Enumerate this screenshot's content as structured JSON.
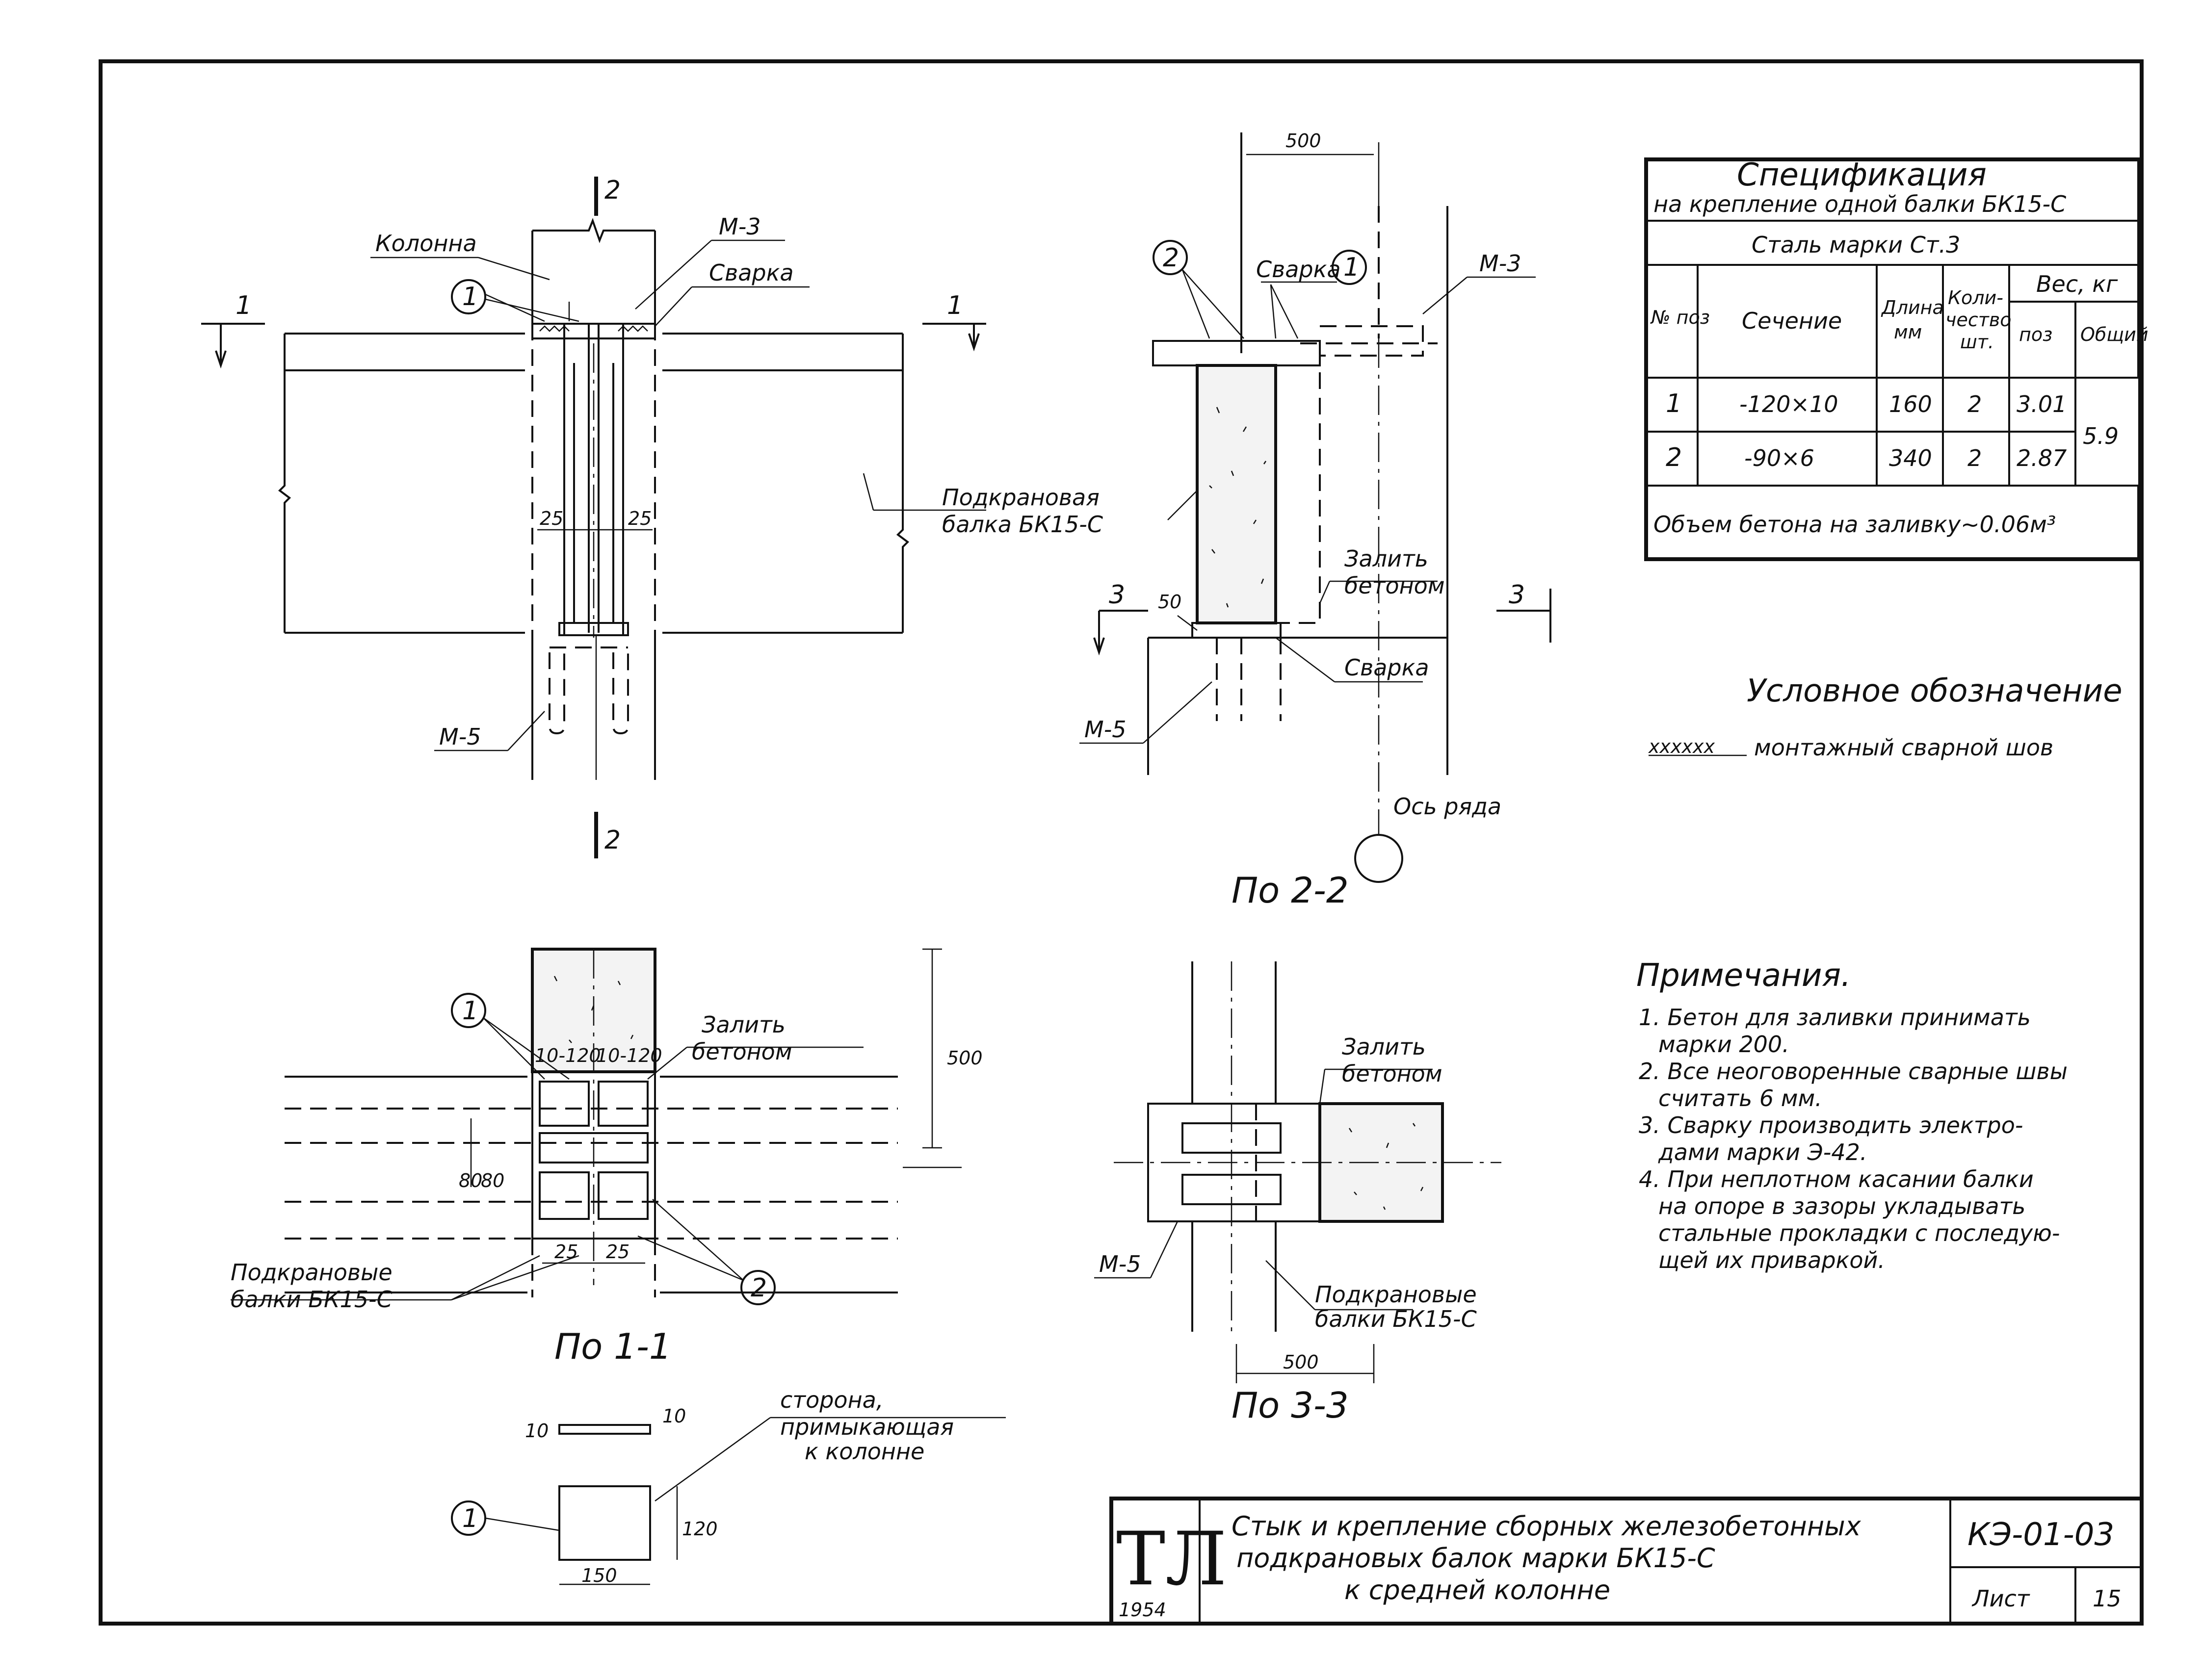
{
  "labels": {
    "kolonna": "Колонна",
    "m3": "M-3",
    "svarka": "Сварка",
    "m5": "M-5",
    "podkranovaya_1": "Подкрановая",
    "podkranovaya_2": "балка БК15-С",
    "zalit_1": "Залить",
    "zalit_2": "бетоном",
    "os_ryada": "Ось ряда",
    "podkranovye_1": "Подкрановые",
    "podkranovye_2": "балки БК15-С",
    "storona_1": "сторона,",
    "storona_2": "примыкающая",
    "storona_3": "к колонне",
    "sec1": "1",
    "sec2": "2",
    "sec3": "3",
    "pos1": "1",
    "pos2": "2",
    "dim25": "25",
    "dim50": "50",
    "dim500": "500",
    "dim80": "80",
    "dim10": "10",
    "dim120": "120",
    "dim150": "150",
    "dim10x120a": "10-120",
    "dim10x120b": "10-120"
  },
  "views": {
    "view_2_2": "По 2-2",
    "view_1_1": "По 1-1",
    "view_3_3": "По 3-3"
  },
  "spec": {
    "title_1": "Спецификация",
    "title_2": "на крепление одной балки БК15-С",
    "steel": "Сталь марки Ст.3",
    "head_pos": "№ поз",
    "head_section": "Сечение",
    "head_length_1": "Длина",
    "head_length_2": "мм",
    "head_qty_1": "Коли-",
    "head_qty_2": "чество",
    "head_qty_3": "шт.",
    "head_weight": "Вес, кг",
    "head_w_pos": "поз",
    "head_w_total": "Общий",
    "rows": [
      {
        "pos": "1",
        "section": "-120×10",
        "length": "160",
        "qty": "2",
        "weight": "3.01"
      },
      {
        "pos": "2",
        "section": "-90×6",
        "length": "340",
        "qty": "2",
        "weight": "2.87"
      }
    ],
    "total_weight": "5.9",
    "concrete": "Объем бетона на заливку~0.06м³"
  },
  "legend": {
    "title": "Условное обозначение",
    "symbol": "xxxxxx",
    "text": "монтажный сварной шов"
  },
  "notes": {
    "title": "Примечания.",
    "items": [
      {
        "l1": "1. Бетон для заливки принимать",
        "l2": "марки 200."
      },
      {
        "l1": "2. Все неоговоренные сварные швы",
        "l2": "считать 6 мм."
      },
      {
        "l1": "3. Сварку производить электро-",
        "l2": "дами марки Э-42."
      },
      {
        "l1": "4. При неплотном касании балки",
        "l2": "на опоре в зазоры укладывать",
        "l3": "стальные прокладки с последую-",
        "l4": "щей их приваркой."
      }
    ]
  },
  "titleblock": {
    "logo": "ТЛ",
    "year": "1954",
    "title_1": "Стык и крепление сборных железобетонных",
    "title_2": "подкрановых балок марки БК15-С",
    "title_3": "к средней колонне",
    "code": "КЭ-01-03",
    "sheet_label": "Лист",
    "sheet_num": "15"
  }
}
